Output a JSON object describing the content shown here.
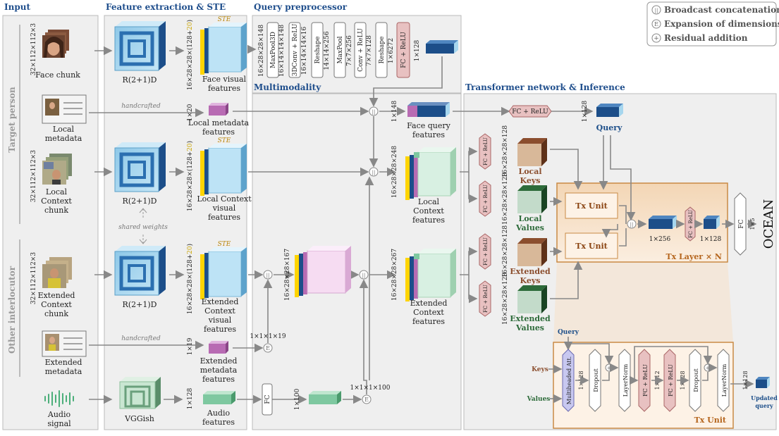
{
  "sections": {
    "input": "Input",
    "feature": "Feature extraction & STE",
    "query_pre": "Query preprocessor",
    "multimodality": "Multimodality",
    "transformer": "Transformer network & Inference"
  },
  "legend": {
    "broadcast_symbol": "||",
    "broadcast": "Broadcast concatenation",
    "expansion_symbol": "E",
    "expansion": "Expansion of dimensions",
    "residual_symbol": "+",
    "residual": "Residual addition"
  },
  "side": {
    "target": "Target person",
    "other": "Other interlocutor"
  },
  "inputs": {
    "face_chunk": "Face chunk",
    "face_dim": "32×112×112×3",
    "local_metadata": [
      "Local",
      "metadata"
    ],
    "local_context": [
      "Local",
      "Context",
      "chunk"
    ],
    "local_dim": "32×112×112×3",
    "extended_context": [
      "Extended",
      "Context",
      "chunk"
    ],
    "extended_dim": "32×112×112×3",
    "extended_metadata": [
      "Extended",
      "metadata"
    ],
    "audio": [
      "Audio",
      "signal"
    ]
  },
  "feature": {
    "r21d": "R(2+1)D",
    "ste": "STE",
    "dim_prefix": "16×28×28×(128+",
    "dim_hl": "20",
    "dim_suffix": ")",
    "handcrafted": "handcrafted",
    "shared": "shared weights",
    "face_visual": [
      "Face visual",
      "features"
    ],
    "local_meta_feat": [
      "Local metadata",
      "features"
    ],
    "local_meta_dim": "1×20",
    "local_ctx_visual": [
      "Local Context",
      "visual",
      "features"
    ],
    "ext_ctx_visual": [
      "Extended",
      "Context",
      "visual",
      "features"
    ],
    "ext_meta_feat": [
      "Extended",
      "metadata",
      "features"
    ],
    "ext_meta_dim": "1×19",
    "vggish": "VGGish",
    "audio_feat": [
      "Audio",
      "features"
    ],
    "audio_dim": "1×128"
  },
  "query_pre": {
    "dims": [
      "16×28×28×148",
      "16×14×14×148",
      "16×14×14×16",
      "14×14×256",
      "7×7×256",
      "7×7×128",
      "1×6272",
      "1×128"
    ],
    "ops": [
      "MaxPool3D",
      "3DConv + ReLU",
      "Reshape",
      "MaxPool",
      "Conv + ReLU",
      "Reshape",
      "FC + ReLU"
    ]
  },
  "multi": {
    "face_query_dim": "1×148",
    "face_query": [
      "Face query",
      "features"
    ],
    "local_ctx_dim": "16×28×28×248",
    "local_ctx": [
      "Local",
      "Context",
      "features"
    ],
    "mid_dim": "16×28×28×167",
    "broadcast_dim": "1×1×1×19",
    "ext_ctx_dim": "16×28×28×267",
    "ext_ctx": [
      "Extended",
      "Context",
      "features"
    ],
    "fc": "FC",
    "audio_fc_dim": "1×100",
    "audio_expand_dim": "1×1×1×100"
  },
  "tx": {
    "fc_relu": "FC + ReLU",
    "query_dim": "1×128",
    "query": "Query",
    "kv_dim": "16×28×28×128",
    "local_keys": [
      "Local",
      "Keys"
    ],
    "local_values": [
      "Local",
      "Values"
    ],
    "ext_keys": [
      "Extended",
      "Keys"
    ],
    "ext_values": [
      "Extended",
      "Values"
    ],
    "tx_unit": "Tx Unit",
    "layer": "Tx Layer × N",
    "dim_256": "1×256",
    "dim_128": "1×128",
    "fc": "FC",
    "out_dim": "1×5",
    "ocean": "OCEAN"
  },
  "detail": {
    "query": "Query",
    "keys": "Keys",
    "values": "Values",
    "mha": "Multiheaded Att.",
    "dropout": "Dropout",
    "layernorm": "LayerNorm",
    "fc_relu": "FC + ReLU",
    "dim_128": "1×128",
    "dim_512": "1×512",
    "updated": [
      "Updated",
      "query"
    ],
    "title": "Tx Unit"
  },
  "colors": {
    "blue_dark": "#1c4e89",
    "blue_light": "#a6d6ee",
    "pink": "#b86bb3",
    "green": "#7ec8a0",
    "brown": "#8b4e2e",
    "green_dark": "#2d6b3a",
    "orange": "#c98a45",
    "red_box": "#e8c1c1"
  }
}
